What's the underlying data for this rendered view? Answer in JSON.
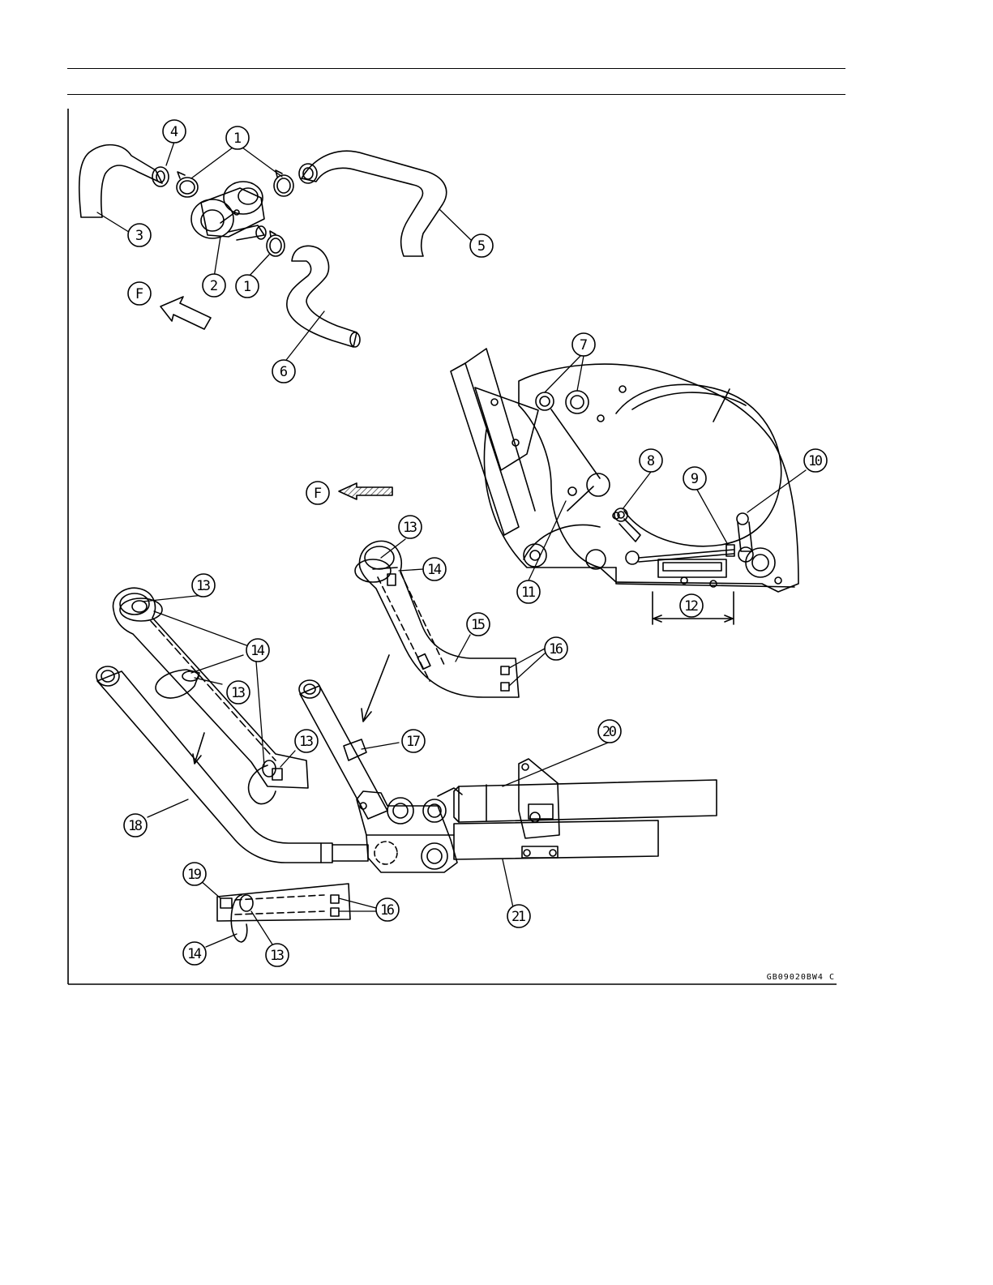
{
  "figure_code": "GB09020BW4 C",
  "direction_label": "F",
  "callouts": {
    "c1": "1",
    "c2": "2",
    "c3": "3",
    "c4": "4",
    "c5": "5",
    "c6": "6",
    "c7": "7",
    "c8": "8",
    "c9": "9",
    "c10": "10",
    "c11": "11",
    "c12": "12",
    "c13": "13",
    "c14": "14",
    "c15": "15",
    "c16": "16",
    "c17": "17",
    "c18": "18",
    "c19": "19",
    "c20": "20",
    "c21": "21"
  },
  "colors": {
    "line": "#000000",
    "background": "#ffffff",
    "hatch": "#555555"
  }
}
